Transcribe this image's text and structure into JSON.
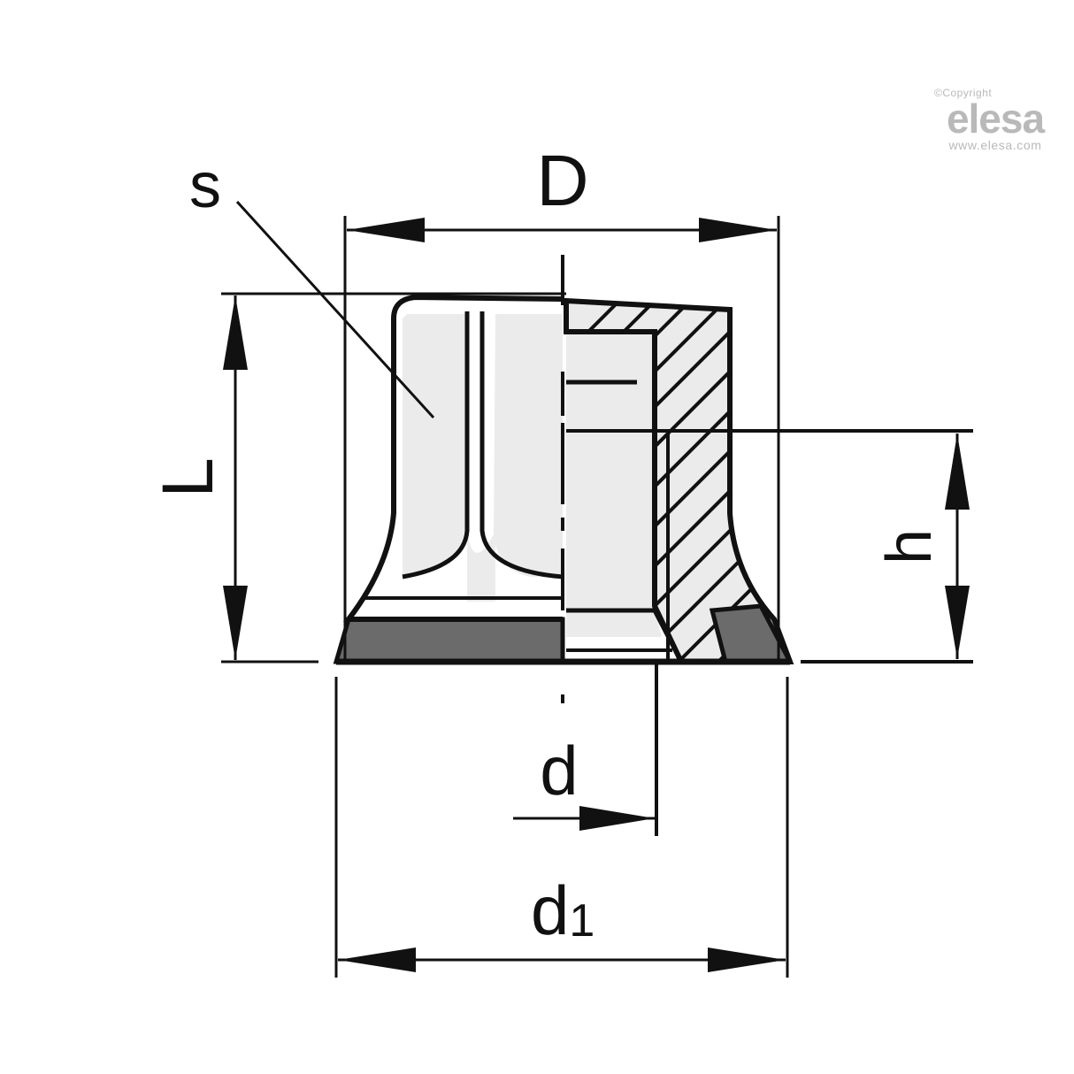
{
  "watermark": {
    "copyright": "©Copyright",
    "brand": "elesa",
    "url": "www.elesa.com",
    "color": "#b9b9b9"
  },
  "drawing": {
    "title": "Control knob technical drawing (section view)",
    "dimensions": {
      "D": "D",
      "L": "L",
      "h": "h",
      "d": "d",
      "d1_main": "d",
      "d1_sub": "1",
      "s": "s"
    },
    "colors": {
      "line": "#111111",
      "body_fill": "#ebebeb",
      "base_fill": "#6b6b6b",
      "background": "#ffffff"
    }
  }
}
